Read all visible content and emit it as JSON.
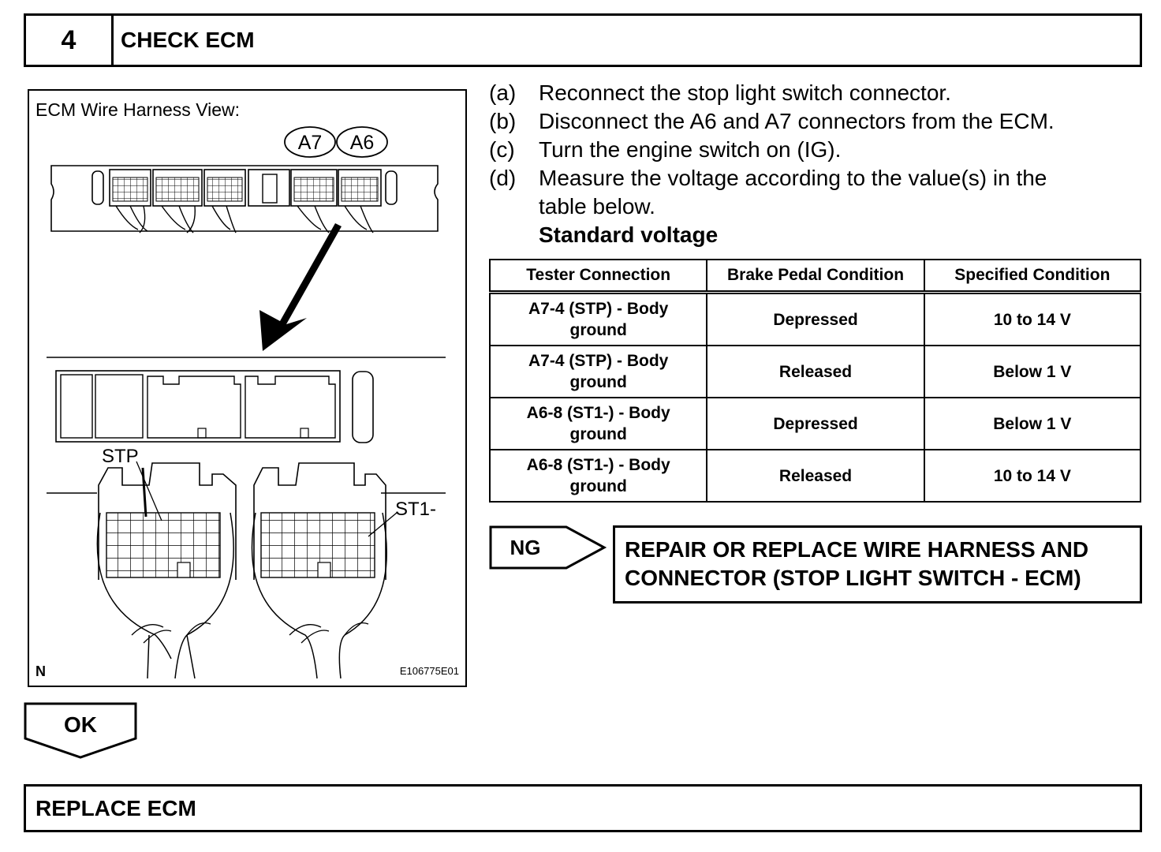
{
  "step": {
    "number": "4",
    "title": "CHECK ECM"
  },
  "diagram": {
    "title": "ECM Wire Harness View:",
    "connector_labels": [
      "A7",
      "A6"
    ],
    "pin_labels": {
      "stp": "STP",
      "st1": "ST1-"
    },
    "corner_letter": "N",
    "figure_id": "E106775E01"
  },
  "instructions": [
    {
      "label": "(a)",
      "text": "Reconnect the stop light switch connector."
    },
    {
      "label": "(b)",
      "text": "Disconnect the A6 and A7 connectors from the ECM."
    },
    {
      "label": "(c)",
      "text": "Turn the engine switch on (IG)."
    },
    {
      "label": "(d)",
      "text": "Measure the voltage according to the value(s) in the",
      "text2": "table below."
    }
  ],
  "standard_label": "Standard voltage",
  "table": {
    "headers": [
      "Tester Connection",
      "Brake Pedal Condition",
      "Specified Condition"
    ],
    "rows": [
      {
        "conn1": "A7-4 (STP) - Body",
        "conn2": "ground",
        "pedal": "Depressed",
        "spec": "10 to 14 V"
      },
      {
        "conn1": "A7-4 (STP) - Body",
        "conn2": "ground",
        "pedal": "Released",
        "spec": "Below 1 V"
      },
      {
        "conn1": "A6-8 (ST1-) - Body",
        "conn2": "ground",
        "pedal": "Depressed",
        "spec": "Below 1 V"
      },
      {
        "conn1": "A6-8 (ST1-) - Body",
        "conn2": "ground",
        "pedal": "Released",
        "spec": "10 to 14 V"
      }
    ]
  },
  "ng": {
    "label": "NG",
    "result_line1": "REPAIR OR REPLACE WIRE HARNESS AND",
    "result_line2": "CONNECTOR (STOP LIGHT SWITCH - ECM)"
  },
  "ok": {
    "label": "OK"
  },
  "final": {
    "text": "REPLACE ECM"
  }
}
